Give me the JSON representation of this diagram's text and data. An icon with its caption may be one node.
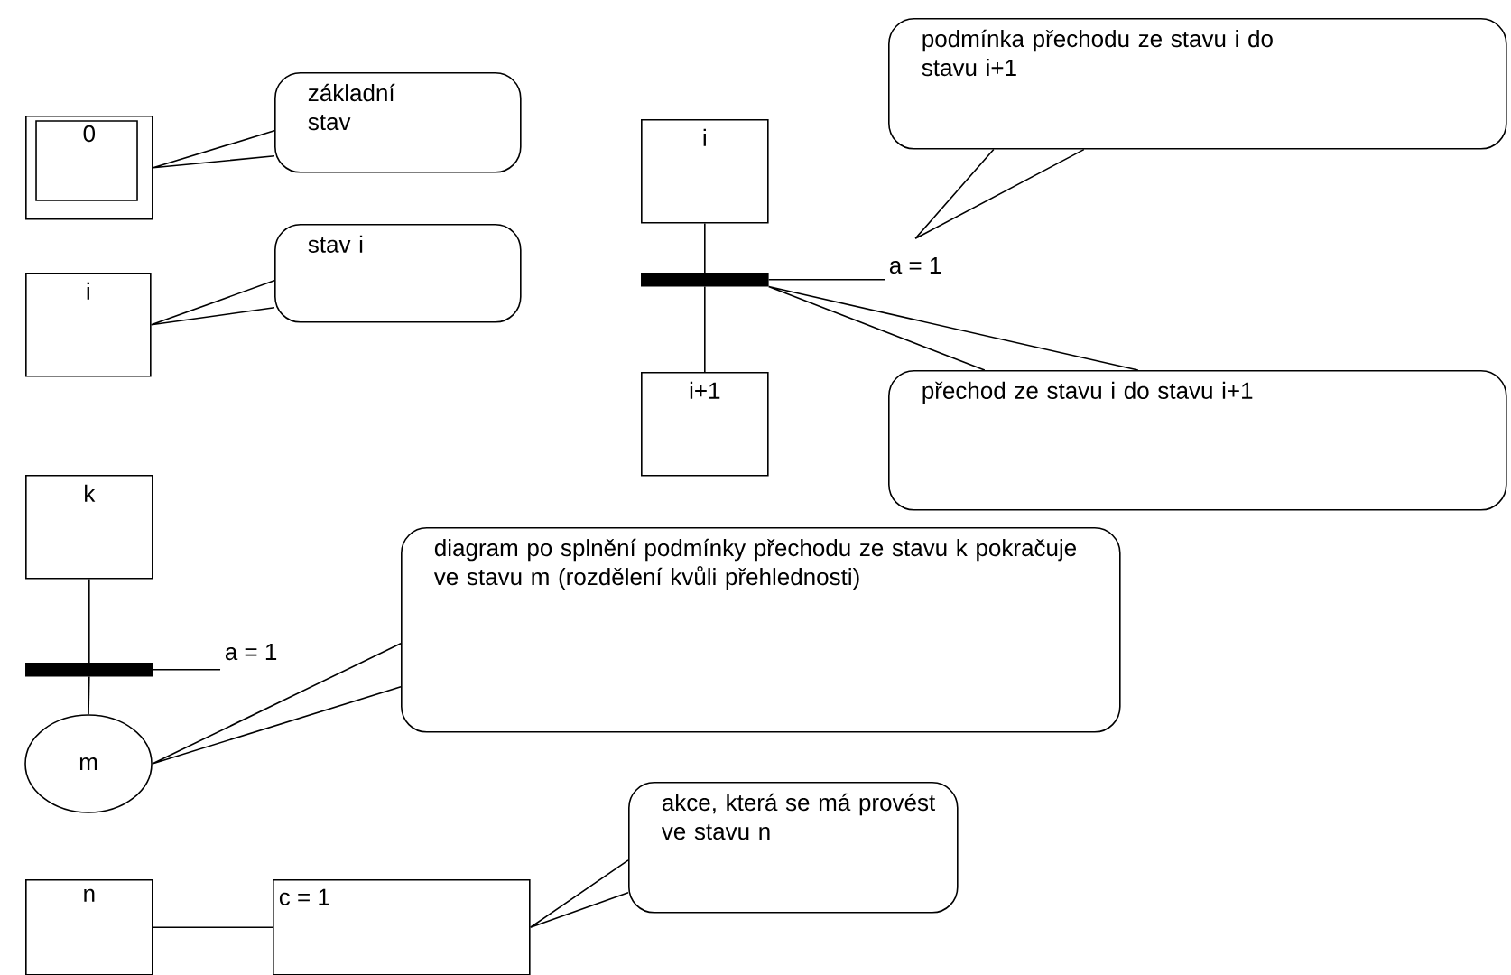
{
  "diagram": {
    "nodes": [
      {
        "text": [
          "0"
        ]
      },
      {
        "text": [
          "základní stav"
        ]
      },
      {
        "text": [
          "i"
        ]
      },
      {
        "text": [
          "stav i"
        ]
      },
      {
        "text": [
          "i"
        ]
      },
      {
        "text": [],
        "shape": "bar"
      },
      {
        "text": [
          "i+1"
        ]
      },
      {
        "text": [
          "a = 1"
        ]
      },
      {
        "text": [
          "podmínka přechodu ze stavu i do stavu i+1"
        ]
      },
      {
        "text": [
          "přechod ze stavu i do stavu i+1"
        ]
      },
      {
        "text": [
          "k"
        ]
      },
      {
        "text": [],
        "shape": "bar"
      },
      {
        "text": [
          "a =  1"
        ]
      },
      {
        "text": [
          "m"
        ]
      },
      {
        "text": [
          "diagram po splnění podmínky přechodu ze stavu k pokračuje ve stavu m (rozdělení kvůli přehlednosti)"
        ]
      },
      {
        "text": [
          "n"
        ]
      },
      {
        "text": [
          "c = 1"
        ]
      },
      {
        "text": [
          "akce, která se má provést ve stavu n"
        ]
      }
    ],
    "edges": [
      {
        "from": 1,
        "to": 0,
        "arrow": "none"
      },
      {
        "from": 3,
        "to": 2,
        "arrow": "none"
      },
      {
        "from": 4,
        "to": 5,
        "arrow": "none"
      },
      {
        "from": 5,
        "to": 6,
        "arrow": "none"
      },
      {
        "from": 5,
        "to": 7,
        "arrow": "none"
      },
      {
        "from": 8,
        "to": 7,
        "arrow": "none"
      },
      {
        "from": 9,
        "to": 5,
        "arrow": "none"
      },
      {
        "from": 10,
        "to": 11,
        "arrow": "none"
      },
      {
        "from": 11,
        "to": 13,
        "arrow": "none"
      },
      {
        "from": 11,
        "to": 12,
        "arrow": "none"
      },
      {
        "from": 14,
        "to": 13,
        "arrow": "none"
      },
      {
        "from": 15,
        "to": 16,
        "arrow": "none"
      },
      {
        "from": 17,
        "to": 16,
        "arrow": "none"
      }
    ]
  }
}
